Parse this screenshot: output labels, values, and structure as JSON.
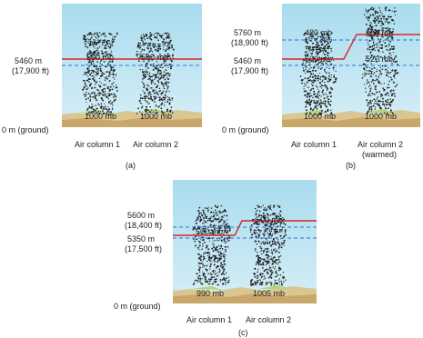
{
  "colors": {
    "sky": "#bfe4f2",
    "ground": "#d9c690",
    "ground_dark": "#c9a76a",
    "grass": "#b9d27a",
    "pressure_line": "#d62828",
    "reference_line": "#2a6fd6",
    "dots": "#1e1e1e"
  },
  "panel_a": {
    "caption": "(a)",
    "height_label_1": "5460 m",
    "height_label_2": "(17,900 ft)",
    "ground_label": "0 m (ground)",
    "column_1_label": "Air column 1",
    "column_2_label": "Air column 2",
    "column_1_top": "500 mb",
    "column_2_top": "500 mb",
    "column_1_bottom": "1000 mb",
    "column_2_bottom": "1000 mb"
  },
  "panel_b": {
    "caption": "(b)",
    "upper_height_1": "5760 m",
    "upper_height_2": "(18,900 ft)",
    "lower_height_1": "5460 m",
    "lower_height_2": "(17,900 ft)",
    "ground_label": "0 m (ground)",
    "column_1_label": "Air column 1",
    "column_2_label": "Air column 2",
    "column_2_sublabel": "(warmed)",
    "col1_upper": "480 mb",
    "col1_lower": "500 mb",
    "col2_upper": "500 mb",
    "col2_lower": "520 mb",
    "column_1_bottom": "1000 mb",
    "column_2_bottom": "1000 mb"
  },
  "panel_c": {
    "caption": "(c)",
    "upper_height_1": "5600 m",
    "upper_height_2": "(18,400 ft)",
    "lower_height_1": "5350 m",
    "lower_height_2": "(17,500 ft)",
    "ground_label": "0 m (ground)",
    "column_1_label": "Air column 1",
    "column_2_label": "Air column 2",
    "col1_mid": "500 mb",
    "col2_top": "500 mb",
    "column_1_bottom": "990 mb",
    "column_2_bottom": "1005 mb"
  }
}
